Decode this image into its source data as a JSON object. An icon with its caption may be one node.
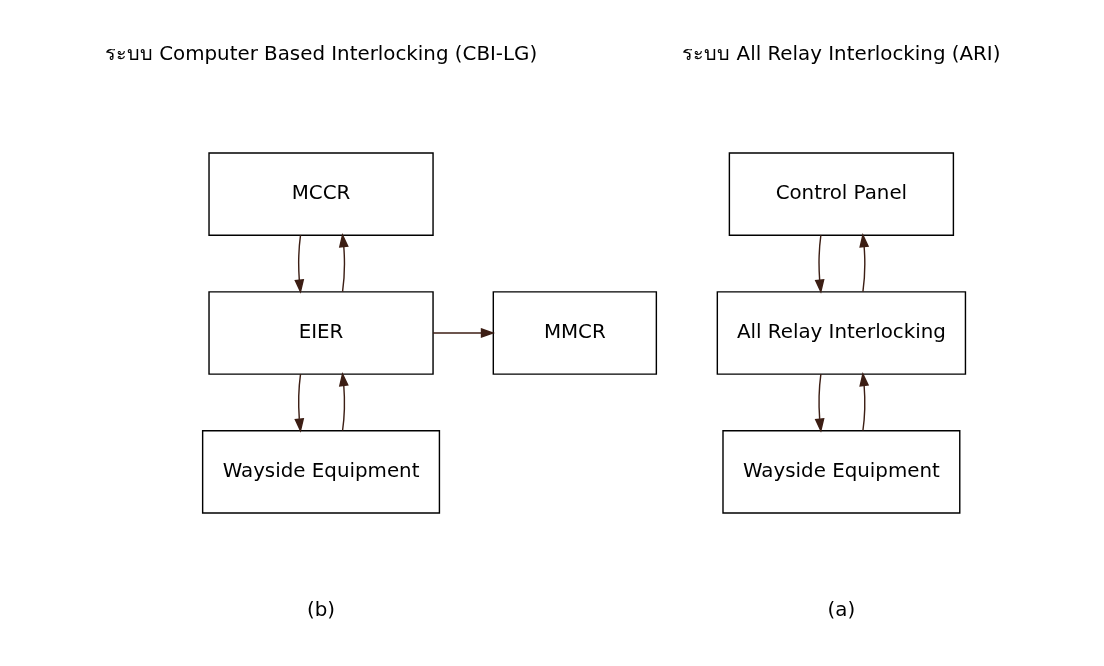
{
  "diagram": {
    "nodes": [
      {
        "text": [
          "Control Panel"
        ]
      },
      {
        "text": [
          "All Relay Interlocking"
        ]
      },
      {
        "text": [
          "Wayside Equipment"
        ]
      },
      {
        "text": [
          "MCCR"
        ]
      },
      {
        "text": [
          "EIER"
        ]
      },
      {
        "text": [
          "MMCR"
        ]
      },
      {
        "text": [
          "Wayside Equipment"
        ]
      }
    ],
    "edges": [
      {
        "from": 0,
        "to": 1,
        "arrow": "to"
      },
      {
        "from": 1,
        "to": 0,
        "arrow": "to"
      },
      {
        "from": 1,
        "to": 2,
        "arrow": "to"
      },
      {
        "from": 2,
        "to": 1,
        "arrow": "to"
      },
      {
        "from": 3,
        "to": 4,
        "arrow": "to"
      },
      {
        "from": 4,
        "to": 3,
        "arrow": "to"
      },
      {
        "from": 4,
        "to": 5,
        "arrow": "to"
      },
      {
        "from": 4,
        "to": 6,
        "arrow": "to"
      },
      {
        "from": 6,
        "to": 4,
        "arrow": "to"
      }
    ],
    "labels": [
      "ระบบ All Relay Interlocking (ARI)",
      "ระบบ Computer Based Interlocking (CBI-LG)",
      "(a)",
      "(b)"
    ]
  }
}
